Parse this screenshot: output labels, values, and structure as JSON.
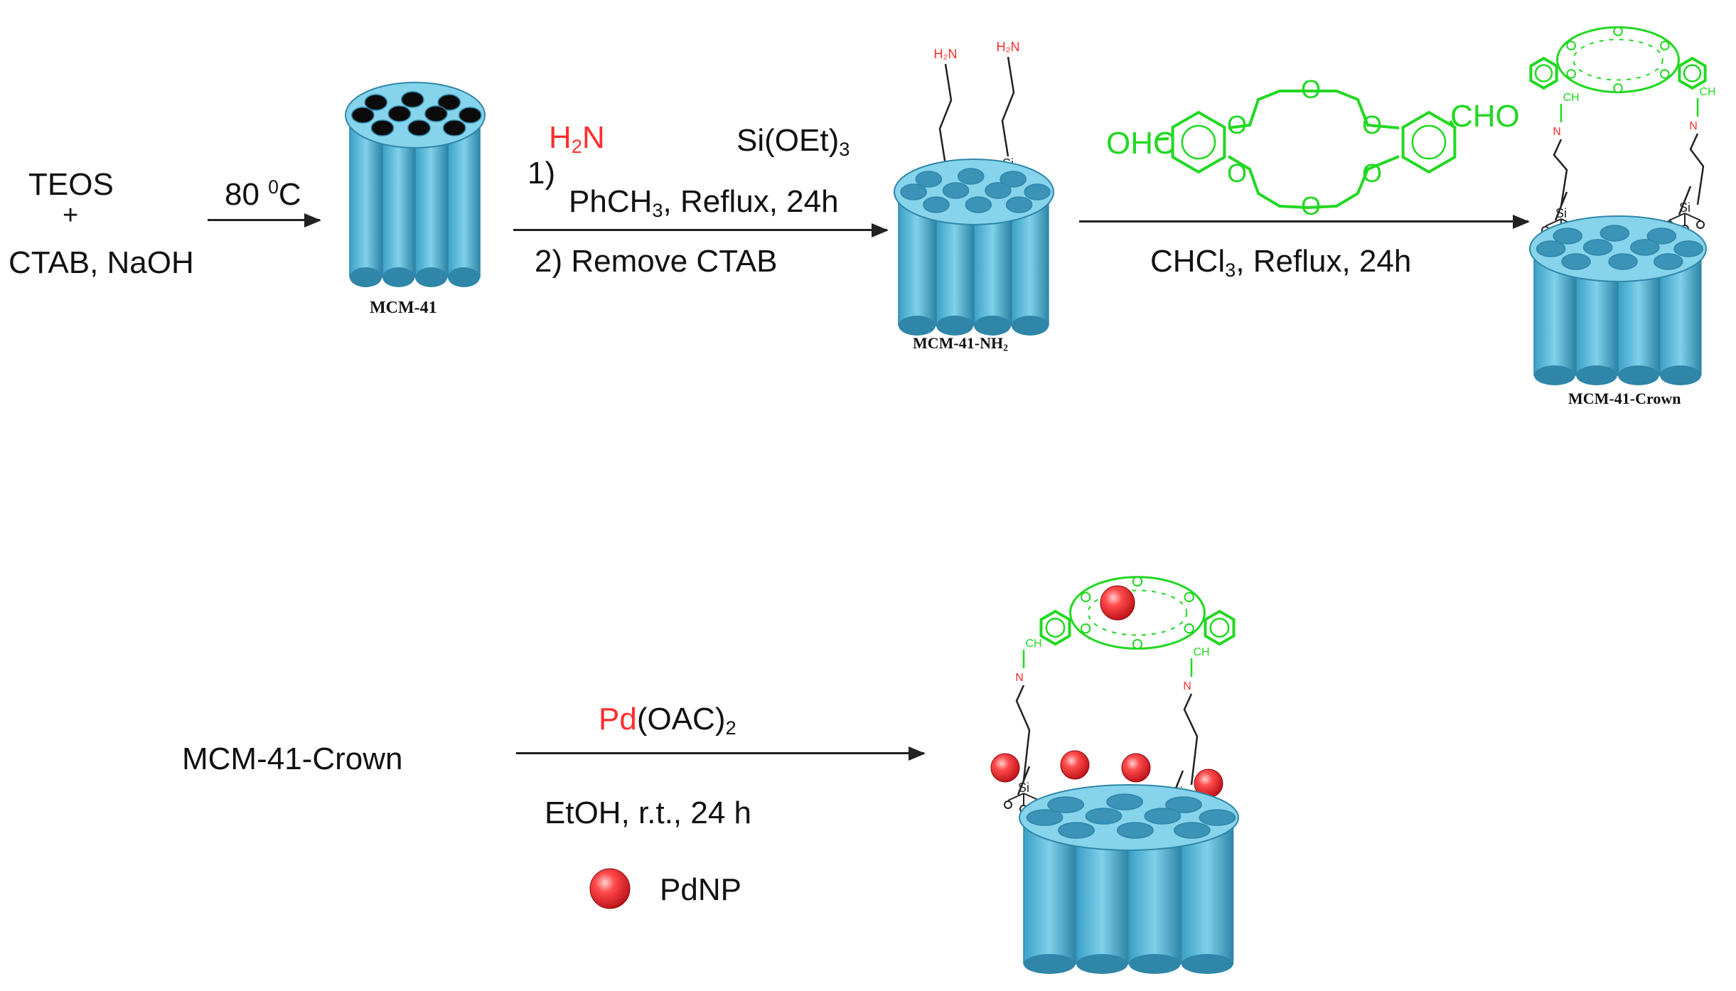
{
  "reagents": {
    "start_1": "TEOS",
    "start_plus": "+",
    "start_2": "CTAB, NaOH",
    "temp_value": "80",
    "temp_sup": "0",
    "temp_unit": "C"
  },
  "step2": {
    "amine_h": "H",
    "amine_sub": "2",
    "amine_n": "N",
    "silane": "Si(OEt)",
    "silane_sub": "3",
    "step1_num": "1)",
    "solvent": "PhCH",
    "solvent_sub": "3",
    "conditions": ", Reflux, 24h",
    "step2_text": "2) Remove CTAB"
  },
  "step3": {
    "aldehyde_left": "OHC",
    "aldehyde_right": "CHO",
    "oxygen": "O",
    "solvent": "CHCl",
    "solvent_sub": "3",
    "conditions": ", Reflux, 24h"
  },
  "step4": {
    "substrate": "MCM-41-Crown",
    "pd": "Pd",
    "pd_rest": "(OAC)",
    "pd_sub": "2",
    "conditions": "EtOH, r.t., 24 h",
    "legend_label": "PdNP"
  },
  "products": {
    "mcm41": "MCM-41",
    "mcm41_nh2": "MCM-41-NH",
    "mcm41_nh2_sub": "2",
    "mcm41_crown": "MCM-41-Crown"
  },
  "small": {
    "h2n": "H₂N",
    "si": "Si",
    "o": "O",
    "n": "N",
    "ch": "CH"
  },
  "colors": {
    "silica": "#5bb8d8",
    "silica_dark": "#2f86a8",
    "amine": "#ff2d2d",
    "crown": "#22d822",
    "pd_particle": "#e8202a"
  }
}
